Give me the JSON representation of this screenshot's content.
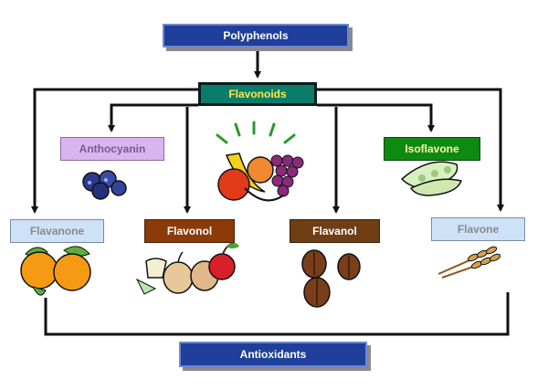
{
  "diagram": {
    "root": "Polyphenols",
    "level1": "Flavonoids",
    "subclasses": {
      "anthocyanin": "Anthocyanin",
      "isoflavone": "Isoflavone",
      "flavanone": "Flavanone",
      "flavonol": "Flavonol",
      "flavanol": "Flavanol",
      "flavone": "Flavone"
    },
    "sink": "Antioxidants"
  },
  "colors": {
    "navy": "#1f3f9a",
    "teal": "#0a7d6a",
    "lavender": "#d9b5f0",
    "green": "#0e8a10",
    "lightblue": "#cde2f7",
    "rust": "#8b3a08",
    "brown": "#6e3e14"
  }
}
